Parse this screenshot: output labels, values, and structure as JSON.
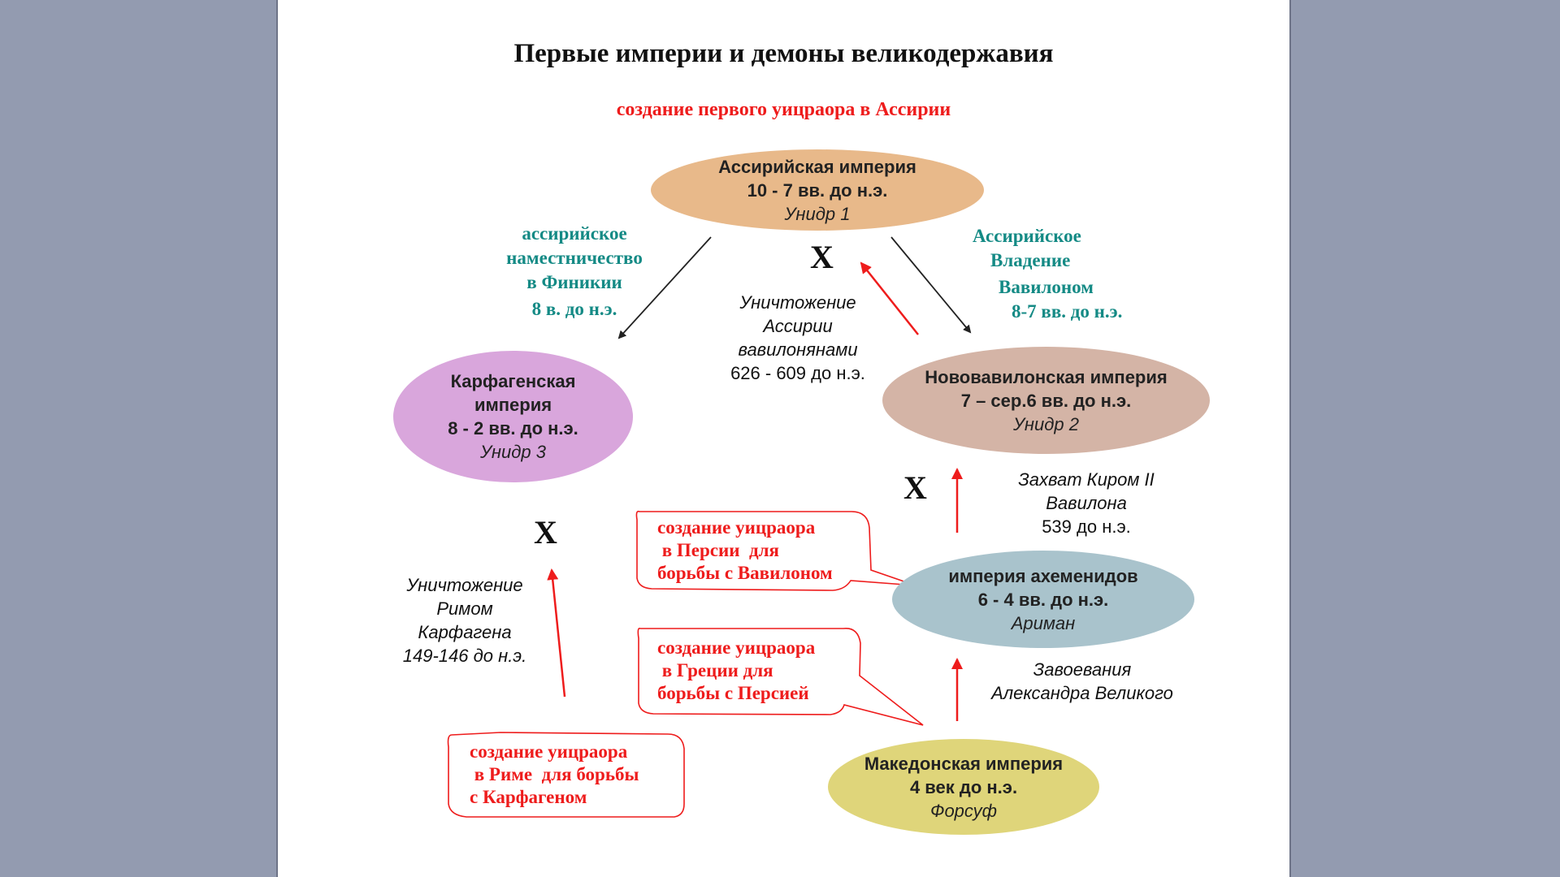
{
  "title": "Первые империи и демоны великодержавия",
  "subtitle": "создание первого уицраора в  Ассирии",
  "nodes": {
    "assyria": {
      "name": "Ассирийская империя",
      "dates": "10 - 7 вв. до н.э.",
      "demon": "Унидр 1",
      "color": "#e8b98a"
    },
    "carthage": {
      "line1": "Карфагенская",
      "line2": "империя",
      "dates": "8 - 2 вв. до н.э.",
      "demon": "Унидр 3",
      "color": "#d9a6dc"
    },
    "neobabylon": {
      "name": "Нововавилонская империя",
      "dates": "7 – сер.6 вв. до н.э.",
      "demon": "Унидр 2",
      "color": "#d4b4a6"
    },
    "achaemenid": {
      "name": "империя ахеменидов",
      "dates": "6 - 4 вв. до н.э.",
      "demon": "Ариман",
      "color": "#a9c3cc"
    },
    "macedon": {
      "name": "Македонская империя",
      "dates": "4 век до н.э.",
      "demon": "Форсуф",
      "color": "#dfd57a"
    }
  },
  "labels": {
    "phoenicia": [
      "ассирийское",
      "наместничество",
      "в Финикии",
      "8 в. до н.э."
    ],
    "babylon_rule": [
      "Ассирийское",
      "Владение",
      "Вавилоном",
      "8-7 вв. до н.э."
    ],
    "destroy_assyria": [
      "Уничтожение",
      "Ассирии",
      "вавилонянами",
      "626 - 609 до н.э."
    ],
    "cyrus": [
      "Захват Киром II",
      "Вавилона",
      "539 до н.э."
    ],
    "rome_destroy": [
      "Уничтожение",
      "Римом",
      "Карфагена",
      "149-146 до н.э."
    ],
    "alexander": [
      "Завоевания",
      "Александра Великого"
    ]
  },
  "callouts": {
    "persia": [
      "создание уицраора",
      " в Персии  для",
      "борьбы с Вавилоном"
    ],
    "greece": [
      "создание уицраора",
      " в Греции для",
      "борьбы с Персией"
    ],
    "rome": [
      "создание уицраора",
      " в Риме  для борьбы",
      "с Карфагеном"
    ]
  },
  "x_mark": "X"
}
